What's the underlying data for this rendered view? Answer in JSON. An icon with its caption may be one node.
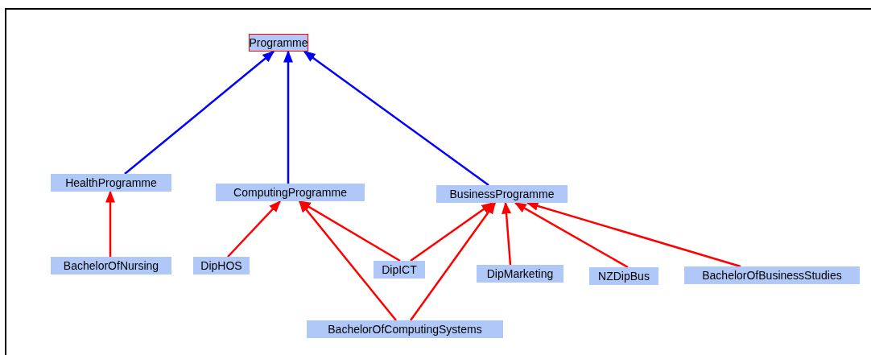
{
  "diagram": {
    "nodes": [
      {
        "text": [
          "Programme"
        ]
      },
      {
        "text": [
          "HealthProgramme"
        ]
      },
      {
        "text": [
          "ComputingProgramme"
        ]
      },
      {
        "text": [
          "BusinessProgramme"
        ]
      },
      {
        "text": [
          "BachelorOfNursing"
        ]
      },
      {
        "text": [
          "DipHOS"
        ]
      },
      {
        "text": [
          "DipICT"
        ]
      },
      {
        "text": [
          "DipMarketing"
        ]
      },
      {
        "text": [
          "NZDipBus"
        ]
      },
      {
        "text": [
          "BachelorOfBusinessStudies"
        ]
      },
      {
        "text": [
          "BachelorOfComputingSystems"
        ]
      }
    ],
    "edges": [
      {
        "from": 1,
        "to": 0,
        "arrow": "to",
        "color": "#0000ff"
      },
      {
        "from": 2,
        "to": 0,
        "arrow": "to",
        "color": "#0000ff"
      },
      {
        "from": 3,
        "to": 0,
        "arrow": "to",
        "color": "#0000ff"
      },
      {
        "from": 4,
        "to": 1,
        "arrow": "to"
      },
      {
        "from": 5,
        "to": 2,
        "arrow": "to"
      },
      {
        "from": 6,
        "to": 2,
        "arrow": "to"
      },
      {
        "from": 10,
        "to": 2,
        "arrow": "to"
      },
      {
        "from": 6,
        "to": 3,
        "arrow": "to"
      },
      {
        "from": 10,
        "to": 3,
        "arrow": "to"
      },
      {
        "from": 7,
        "to": 3,
        "arrow": "to"
      },
      {
        "from": 8,
        "to": 3,
        "arrow": "to"
      },
      {
        "from": 9,
        "to": 3,
        "arrow": "to"
      }
    ]
  }
}
